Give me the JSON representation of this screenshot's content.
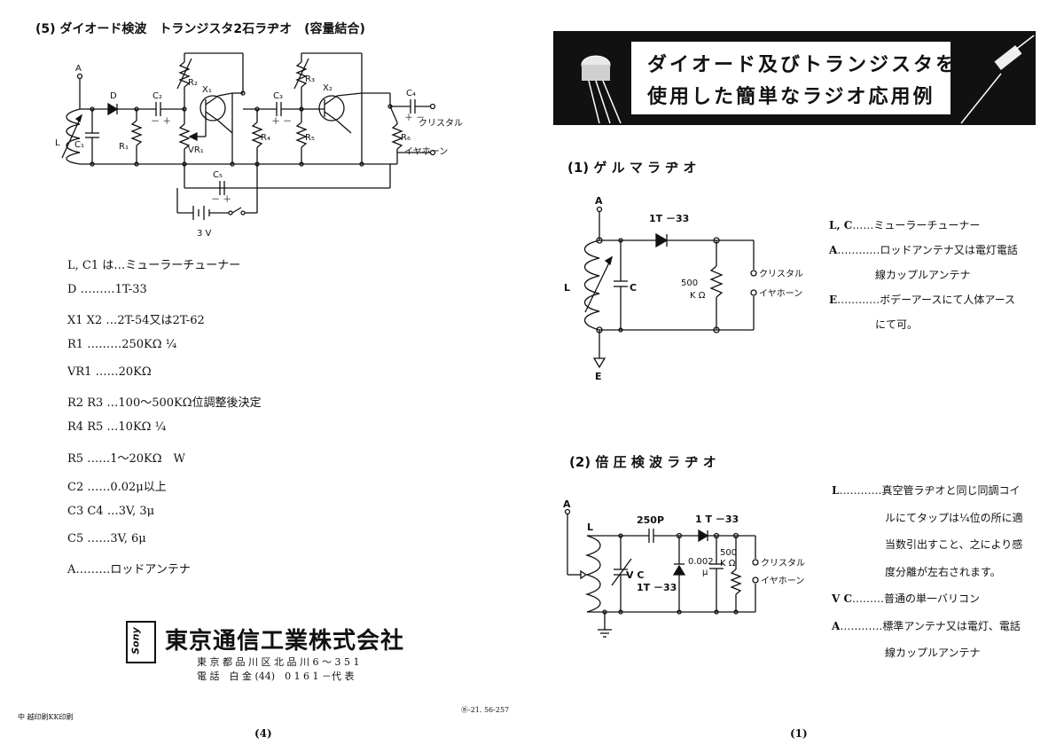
{
  "left_page": {
    "title": "(5)  ダイオード検波　トランジスタ2石ラヂオ　(容量結合)",
    "circuit_labels": {
      "A": "A",
      "D": "D",
      "C2": "C₂",
      "C1": "C₁",
      "L": "L",
      "R1": "R₁",
      "R2": "R₂",
      "X1": "X₁",
      "VR1": "VR₁",
      "C3": "C₃",
      "R4": "R₄",
      "R3": "R₃",
      "X2": "X₂",
      "R5": "R₅",
      "C4": "C₄",
      "R6": "R₆",
      "C5": "C₅",
      "crystal": "クリスタル",
      "earphone": "イヤホーン",
      "volt": "3 V",
      "plusminus1": "－ ＋",
      "plusminus2": "＋ －",
      "plusminus3": "－ ＋",
      "plusminus4": "＋ －"
    },
    "parts": [
      {
        "key": "L, C1",
        "sep": " は…",
        "value": "ミューラーチューナー"
      },
      {
        "key": "D",
        "sep": " ………",
        "value": "1T-33"
      },
      {
        "key": "X1 X2",
        "sep": " …",
        "value": "2T-54又は2T-62"
      },
      {
        "key": "R1",
        "sep": " ………",
        "value": "250KΩ ¼"
      },
      {
        "key": "VR1",
        "sep": " ……",
        "value": "20KΩ"
      },
      {
        "key": "R2 R3",
        "sep": " …",
        "value": "100～500KΩ位調整後決定"
      },
      {
        "key": "R4 R5",
        "sep": " …",
        "value": "10KΩ ¼"
      },
      {
        "key": "R5",
        "sep": " ……",
        "value": "1～20KΩ　W"
      },
      {
        "key": "C2",
        "sep": " ……",
        "value": "0.02μ以上"
      },
      {
        "key": "C3 C4",
        "sep": " …",
        "value": "3V, 3μ"
      },
      {
        "key": "C5",
        "sep": " ……",
        "value": "3V, 6μ"
      },
      {
        "key": "A",
        "sep": "………",
        "value": "ロッドアンテナ"
      }
    ],
    "company": {
      "name": "東京通信工業株式会社",
      "logo_text": "Sony",
      "address": "東 京 都 品 川 区 北 品 川 6 ～ 3 5 1",
      "phone": "電 話　白 金 (44)　0 1 6 1 －代 表"
    },
    "print_note": "中 越印刷KK印刷",
    "doc_code": "Ⓑ-21. 56-257",
    "page_number": "(4)"
  },
  "right_page": {
    "banner": {
      "line1": "ダイオード及びトランジスタを",
      "line2": "使用した簡単なラジオ応用例"
    },
    "section1": {
      "title": "(1)  ゲ ル マ ラ ヂ オ",
      "circuit_labels": {
        "A": "A",
        "diode": "1T －33",
        "L": "L",
        "C": "C",
        "res": "500",
        "res_unit": "K Ω",
        "crystal": "クリスタル",
        "earphone": "イヤホーン",
        "E": "E"
      },
      "desc": [
        {
          "key": "L,  C",
          "dots": "……",
          "text": "ミューラーチューナー"
        },
        {
          "key": "A",
          "dots": "…………",
          "text": "ロッドアンテナ又は電灯電話"
        },
        {
          "key": "",
          "dots": "",
          "text": "線カップルアンテナ"
        },
        {
          "key": "E",
          "dots": "…………",
          "text": "ボデーアースにて人体アース"
        },
        {
          "key": "",
          "dots": "",
          "text": "にて可。"
        }
      ]
    },
    "section2": {
      "title": "(2)  倍 圧 検 波 ラ ヂ オ",
      "circuit_labels": {
        "A": "A",
        "L": "L",
        "cap": "250P",
        "diode1": "1 T －33",
        "vc": "V C",
        "diode2": "1T －33",
        "c2": "0.002",
        "c2_unit": "μ",
        "res": "500",
        "res_unit": "K Ω",
        "crystal": "クリスタル",
        "earphone": "イヤホーン"
      },
      "desc": [
        {
          "key": "L",
          "dots": "…………",
          "text": "真空管ラヂオと同じ同調コイ"
        },
        {
          "key": "",
          "dots": "",
          "text": "ルにてタップは¼位の所に適"
        },
        {
          "key": "",
          "dots": "",
          "text": "当数引出すこと、之により感"
        },
        {
          "key": "",
          "dots": "",
          "text": "度分離が左右されます。"
        },
        {
          "key": "V C",
          "dots": "………",
          "text": "普通の単一バリコン"
        },
        {
          "key": "A",
          "dots": "…………",
          "text": "標準アンテナ又は電灯、電話"
        },
        {
          "key": "",
          "dots": "",
          "text": "線カップルアンテナ"
        }
      ]
    },
    "page_number": "(1)"
  }
}
